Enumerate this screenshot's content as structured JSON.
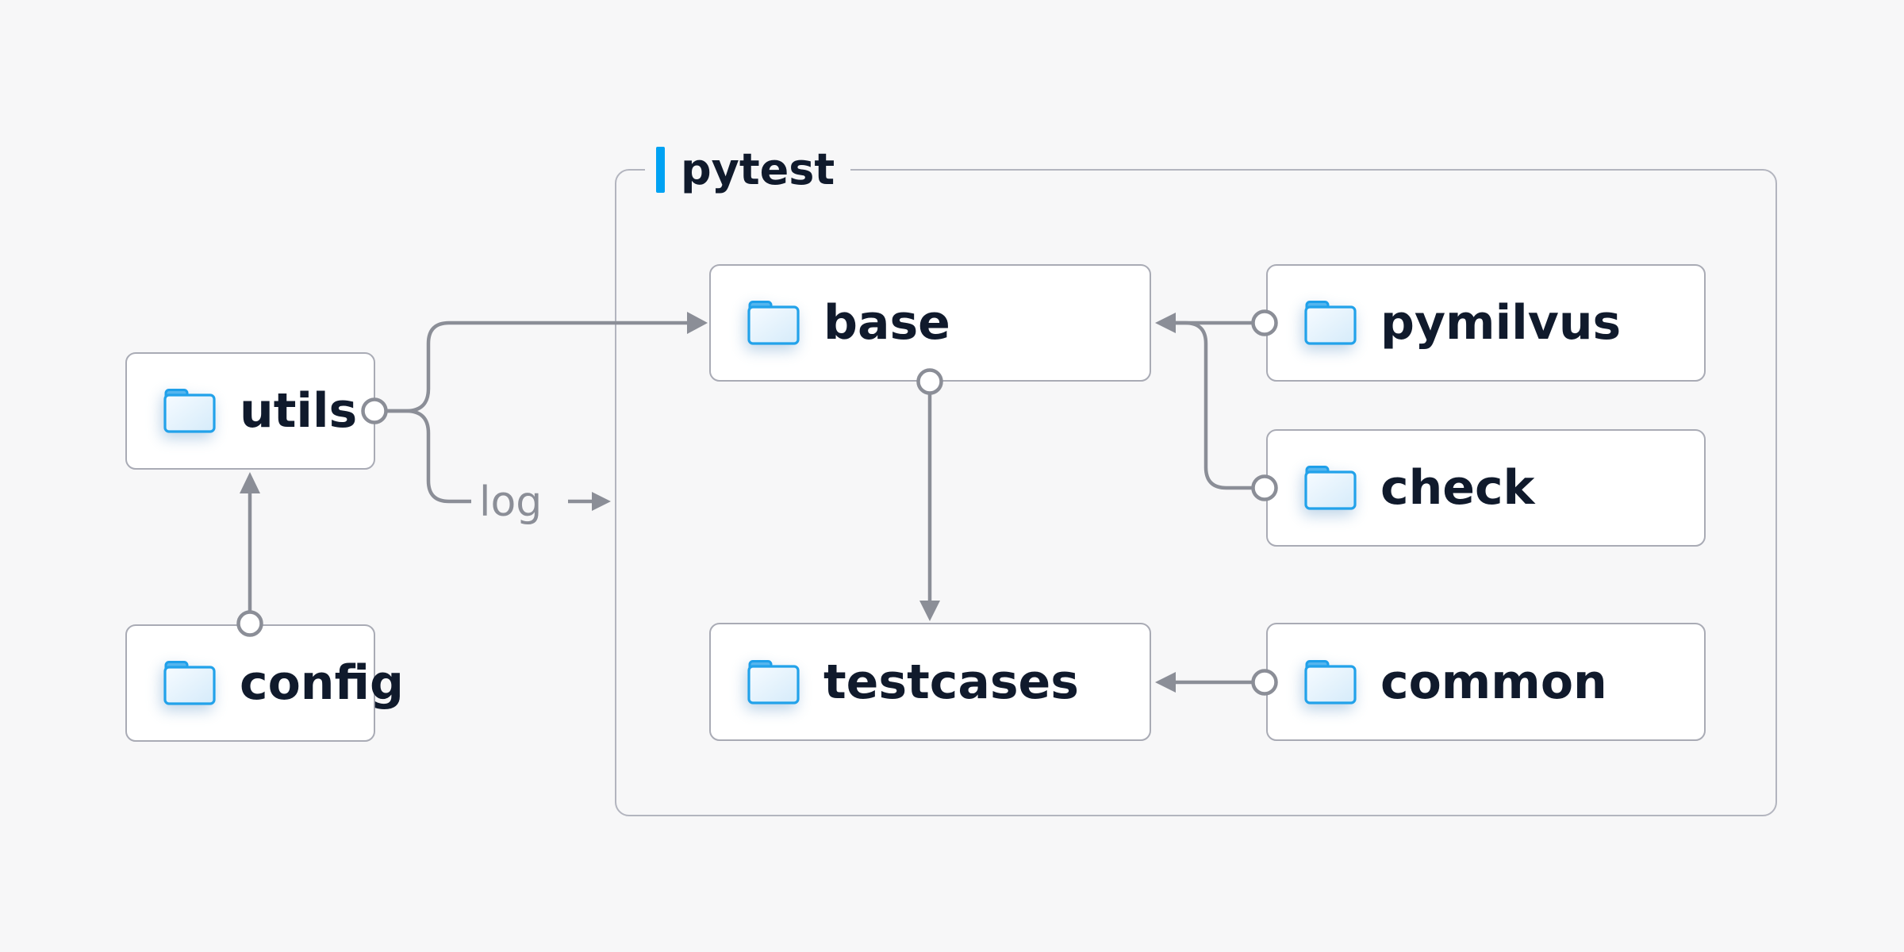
{
  "page": {
    "background": "#f7f7f8"
  },
  "group": {
    "label": "pytest",
    "accent_color": "#00a2f3",
    "border_color": "#b3b5bf"
  },
  "nodes": {
    "utils": {
      "label": "utils",
      "icon": "folder-icon",
      "inside_group": false
    },
    "config": {
      "label": "config",
      "icon": "folder-icon",
      "inside_group": false
    },
    "base": {
      "label": "base",
      "icon": "folder-icon",
      "inside_group": true
    },
    "testcases": {
      "label": "testcases",
      "icon": "folder-icon",
      "inside_group": true
    },
    "pymilvus": {
      "label": "pymilvus",
      "icon": "folder-icon",
      "inside_group": true
    },
    "check": {
      "label": "check",
      "icon": "folder-icon",
      "inside_group": true
    },
    "common": {
      "label": "common",
      "icon": "folder-icon",
      "inside_group": true
    }
  },
  "labels": {
    "log": "log"
  },
  "edges": [
    {
      "from": "config",
      "to": "utils",
      "type": "arrow"
    },
    {
      "from": "utils",
      "to": "base",
      "type": "arrow",
      "note": "forked line crossing group border"
    },
    {
      "from": "utils",
      "to": "log",
      "type": "labeled-stub",
      "label": "log"
    },
    {
      "from": "base",
      "to": "testcases",
      "type": "arrow"
    },
    {
      "from": "pymilvus",
      "to": "base",
      "type": "arrow"
    },
    {
      "from": "check",
      "to": "base",
      "type": "arrow",
      "note": "merges into pymilvus line"
    },
    {
      "from": "common",
      "to": "testcases",
      "type": "arrow"
    }
  ],
  "colors": {
    "line": "#8b8e97",
    "node_border": "#a9abb5",
    "node_background": "#ffffff",
    "text": "#101a2c",
    "muted_text": "#8b8e97",
    "folder_stroke": "#1e9fe9",
    "folder_tab": "#55b5ee",
    "folder_body_light": "#f6fbff",
    "folder_body_dark": "#d5ebfa"
  }
}
